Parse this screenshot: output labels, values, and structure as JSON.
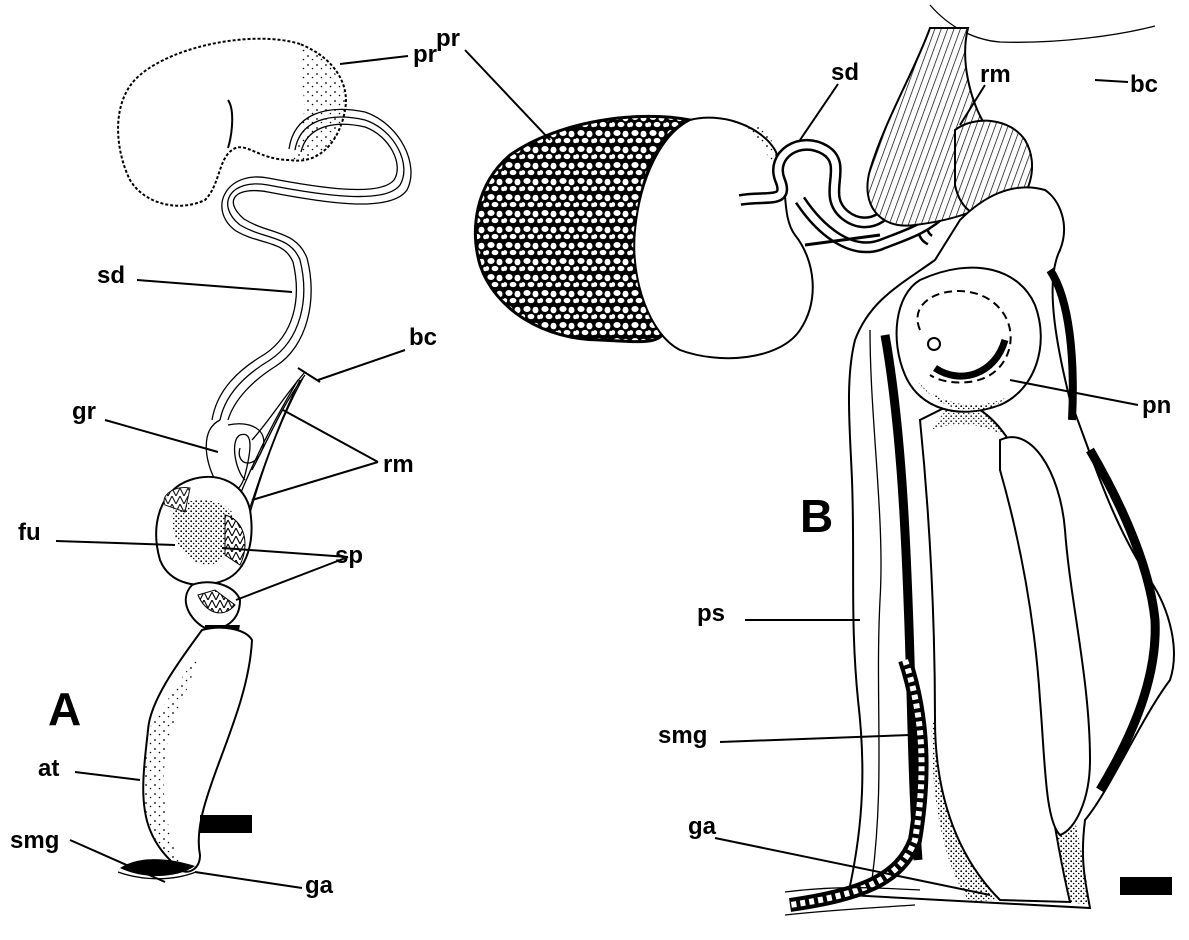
{
  "panels": {
    "a": "A",
    "b": "B"
  },
  "labels_a": {
    "pr": "pr",
    "sd": "sd",
    "bc": "bc",
    "gr": "gr",
    "rm": "rm",
    "fu": "fu",
    "sp": "sp",
    "at": "at",
    "smg": "smg",
    "ga": "ga"
  },
  "labels_b": {
    "pr": "pr",
    "sd": "sd",
    "rm": "rm",
    "bc": "bc",
    "pn": "pn",
    "ps": "ps",
    "smg": "smg",
    "ga": "ga"
  },
  "colors": {
    "ink": "#000000",
    "paper": "#ffffff"
  }
}
